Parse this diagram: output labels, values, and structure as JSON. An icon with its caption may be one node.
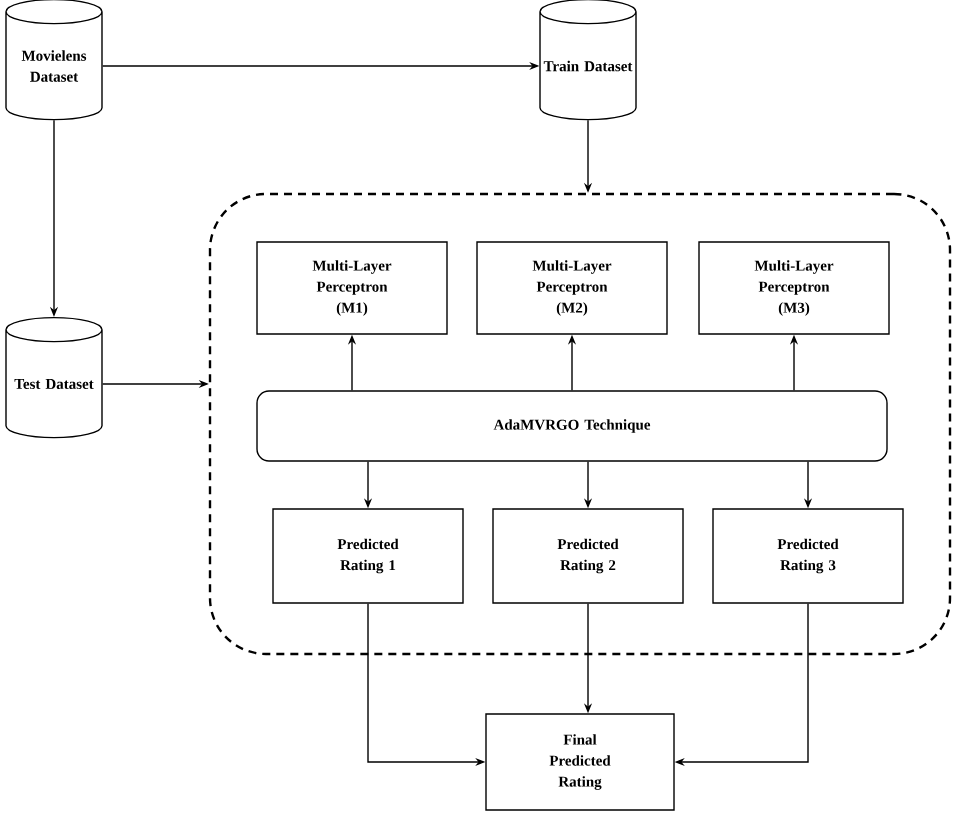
{
  "diagram": {
    "nodes": [
      {
        "text": [
          "Movielens Dataset"
        ]
      },
      {
        "text": [
          "Train Dataset"
        ]
      },
      {
        "text": [
          "Test Dataset"
        ]
      },
      {
        "text": [],
        "shape": "box"
      },
      {
        "text": [
          "Multi-Layer Perceptron (M1)"
        ],
        "in": 3
      },
      {
        "text": [
          "Multi-Layer Perceptron (M2)"
        ],
        "in": 3
      },
      {
        "text": [
          "Multi-Layer Perceptron (M3)"
        ],
        "in": 3
      },
      {
        "text": [
          "AdaMVRGO Technique"
        ],
        "in": 3
      },
      {
        "text": [
          "Predicted Rating 1"
        ],
        "in": 3
      },
      {
        "text": [
          "Predicted Rating 2"
        ],
        "in": 3
      },
      {
        "text": [
          "Predicted Rating 3"
        ],
        "in": 3
      },
      {
        "text": [
          "Final Predicted Rating"
        ]
      }
    ],
    "edges": [
      {
        "from": 0,
        "to": 1,
        "arrow": "to"
      },
      {
        "from": 0,
        "to": 2,
        "arrow": "to"
      },
      {
        "from": 1,
        "to": 3,
        "arrow": "to"
      },
      {
        "from": 2,
        "to": 3,
        "arrow": "to"
      },
      {
        "from": 7,
        "to": 4,
        "arrow": "to"
      },
      {
        "from": 7,
        "to": 5,
        "arrow": "to"
      },
      {
        "from": 7,
        "to": 6,
        "arrow": "to"
      },
      {
        "from": 7,
        "to": 8,
        "arrow": "to"
      },
      {
        "from": 7,
        "to": 9,
        "arrow": "to"
      },
      {
        "from": 7,
        "to": 10,
        "arrow": "to"
      },
      {
        "from": 8,
        "to": 11,
        "arrow": "to"
      },
      {
        "from": 9,
        "to": 11,
        "arrow": "to"
      },
      {
        "from": 10,
        "to": 11,
        "arrow": "to"
      }
    ]
  }
}
